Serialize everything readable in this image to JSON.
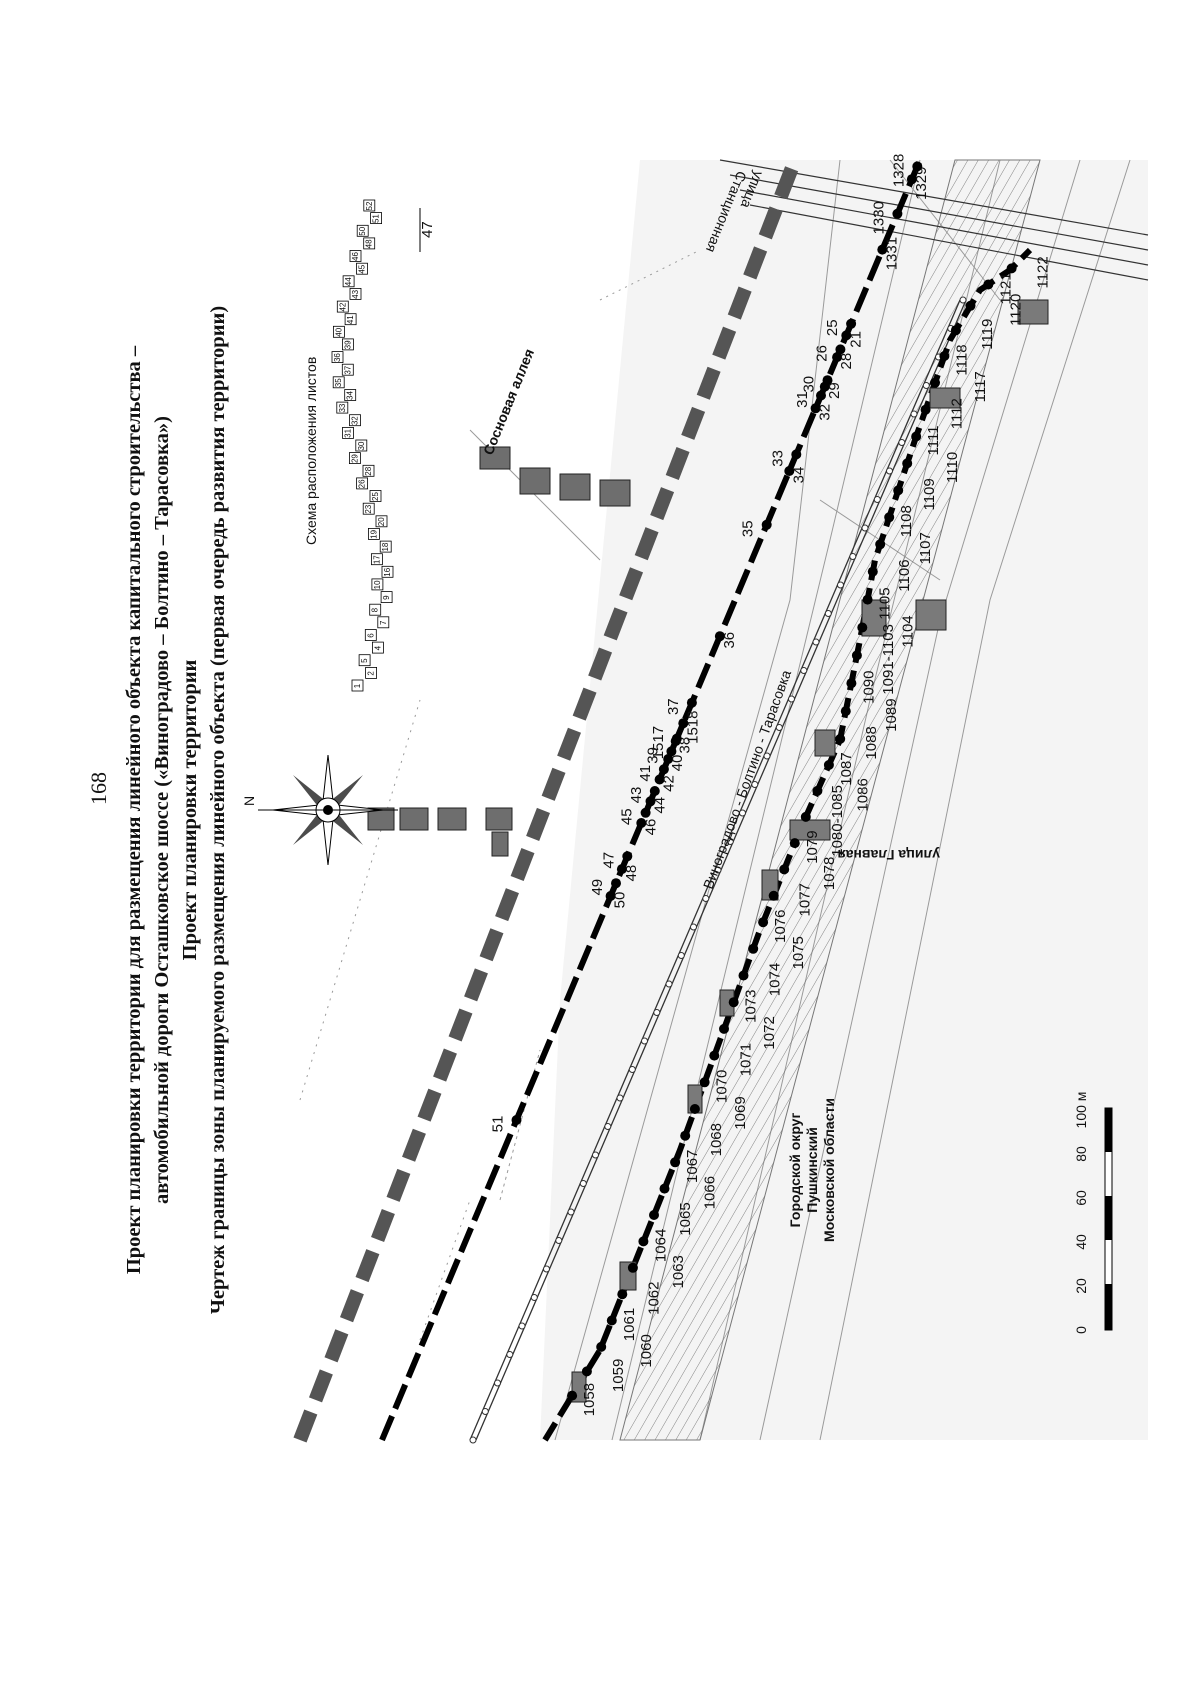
{
  "page_number": "168",
  "title_lines": [
    "Проект планировки территории для размещения линейного объекта капитального строительства –",
    "автомобильной дороги Осташковское шоссе («Виноградово – Болтино – Тарасовка»)",
    "Проект планировки территории",
    "Чертеж границы зоны планируемого размещения линейного объекта (первая очередь развития территории)"
  ],
  "map": {
    "key_plan_title": "Схема расположения листов",
    "key_plan_sheets": [
      "1",
      "2",
      "5",
      "4",
      "6",
      "7",
      "8",
      "9",
      "10",
      "16",
      "17",
      "18",
      "19",
      "20",
      "23",
      "25",
      "26",
      "28",
      "29",
      "30",
      "31",
      "32",
      "33",
      "34",
      "35",
      "37",
      "36",
      "39",
      "40",
      "41",
      "42",
      "43",
      "44",
      "45",
      "46",
      "48",
      "50",
      "51",
      "52"
    ],
    "key_plan_current": "47",
    "north_label": "N",
    "streets": {
      "sosnovaya": "Сосновая аллея",
      "stantsionnaya_1": "улица",
      "stantsionnaya_2": "Станционная",
      "glavnaya": "улица Главная",
      "road": "Виноградово - Болтино - Тарасовка"
    },
    "district": [
      "Городской округ",
      "Пушкинский",
      "Московской области"
    ],
    "scale_labels": [
      "0",
      "20",
      "40",
      "60",
      "80",
      "100 м"
    ],
    "upper_points": [
      {
        "label": "51",
        "v": 0.25
      },
      {
        "label": "50",
        "v": 0.425
      },
      {
        "label": "49",
        "v": 0.435
      },
      {
        "label": "48",
        "v": 0.446
      },
      {
        "label": "47",
        "v": 0.456
      },
      {
        "label": "46",
        "v": 0.482
      },
      {
        "label": "45",
        "v": 0.49
      },
      {
        "label": "44",
        "v": 0.499
      },
      {
        "label": "43",
        "v": 0.507
      },
      {
        "label": "42",
        "v": 0.516
      },
      {
        "label": "41",
        "v": 0.524
      },
      {
        "label": "40",
        "v": 0.532
      },
      {
        "label": "39",
        "v": 0.538
      },
      {
        "label": "38",
        "v": 0.546
      },
      {
        "label": "1517",
        "v": 0.548
      },
      {
        "label": "1518",
        "v": 0.56
      },
      {
        "label": "37",
        "v": 0.576
      },
      {
        "label": "36",
        "v": 0.628
      },
      {
        "label": "35",
        "v": 0.715
      },
      {
        "label": "34",
        "v": 0.757
      },
      {
        "label": "33",
        "v": 0.77
      },
      {
        "label": "32",
        "v": 0.806
      },
      {
        "label": "31",
        "v": 0.816
      },
      {
        "label": "29",
        "v": 0.823
      },
      {
        "label": "30",
        "v": 0.828
      },
      {
        "label": "28",
        "v": 0.846
      },
      {
        "label": "26",
        "v": 0.852
      },
      {
        "label": "21",
        "v": 0.863
      },
      {
        "label": "25",
        "v": 0.872
      },
      {
        "label": "1331",
        "v": 0.93
      },
      {
        "label": "1330",
        "v": 0.958
      },
      {
        "label": "1329",
        "v": 0.985
      },
      {
        "label": "1328",
        "v": 0.995
      }
    ],
    "lower_points": [
      {
        "label": "1058"
      },
      {
        "label": "1059"
      },
      {
        "label": "1060"
      },
      {
        "label": "1061"
      },
      {
        "label": "1062"
      },
      {
        "label": "1063"
      },
      {
        "label": "1064"
      },
      {
        "label": "1065"
      },
      {
        "label": "1066"
      },
      {
        "label": "1067"
      },
      {
        "label": "1068"
      },
      {
        "label": "1069"
      },
      {
        "label": "1070"
      },
      {
        "label": "1071"
      },
      {
        "label": "1072"
      },
      {
        "label": "1073"
      },
      {
        "label": "1074"
      },
      {
        "label": "1075"
      },
      {
        "label": "1076"
      },
      {
        "label": "1077"
      },
      {
        "label": "1078"
      },
      {
        "label": "1079"
      },
      {
        "label": "1080-1085"
      },
      {
        "label": "1086"
      },
      {
        "label": "1087"
      },
      {
        "label": "1088"
      },
      {
        "label": "1089"
      },
      {
        "label": "1090"
      },
      {
        "label": "1091-1103"
      },
      {
        "label": "1104"
      },
      {
        "label": "1105"
      },
      {
        "label": "1106"
      },
      {
        "label": "1107"
      },
      {
        "label": "1108"
      },
      {
        "label": "1109"
      },
      {
        "label": "1110"
      },
      {
        "label": "1111"
      },
      {
        "label": "1112"
      },
      {
        "label": "1117"
      },
      {
        "label": "1118"
      },
      {
        "label": "1119"
      },
      {
        "label": "1120"
      },
      {
        "label": "1121"
      },
      {
        "label": "1122"
      }
    ]
  }
}
